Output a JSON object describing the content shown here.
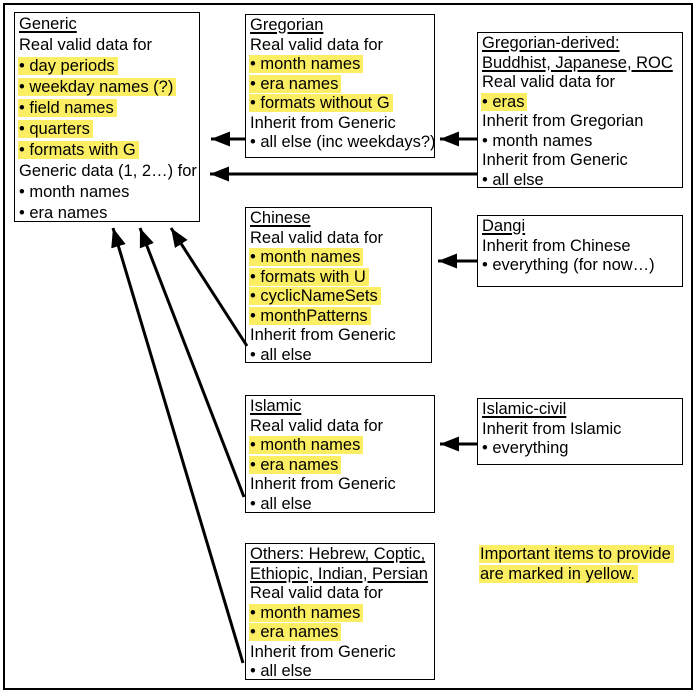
{
  "colors": {
    "highlight": "#FBEE63",
    "ink": "#000000",
    "background": "#FFFFFF"
  },
  "boxes": {
    "generic": {
      "title_lines": [
        "Generic"
      ],
      "lines": [
        {
          "text": "Real valid data for",
          "hl": false
        },
        {
          "text": "• day periods",
          "hl": true
        },
        {
          "text": "• weekday names (?)",
          "hl": true
        },
        {
          "text": "• field names",
          "hl": true
        },
        {
          "text": "• quarters",
          "hl": true
        },
        {
          "text": "• formats with G",
          "hl": true
        },
        {
          "text": "Generic data (1, 2…) for",
          "hl": false
        },
        {
          "text": "• month names",
          "hl": false
        },
        {
          "text": "• era names",
          "hl": false
        }
      ]
    },
    "gregorian": {
      "title_lines": [
        "Gregorian"
      ],
      "lines": [
        {
          "text": "Real valid data for",
          "hl": false
        },
        {
          "text": "• month names",
          "hl": true
        },
        {
          "text": "• era names",
          "hl": true
        },
        {
          "text": "• formats without G",
          "hl": true
        },
        {
          "text": "Inherit from Generic",
          "hl": false
        },
        {
          "text": "• all else (inc weekdays?)",
          "hl": false
        }
      ]
    },
    "gregorian_derived": {
      "title_lines": [
        "Gregorian-derived:",
        "Buddhist, Japanese, ROC"
      ],
      "lines": [
        {
          "text": "Real valid data for",
          "hl": false
        },
        {
          "text": "• eras",
          "hl": true
        },
        {
          "text": "Inherit from Gregorian",
          "hl": false
        },
        {
          "text": "• month names",
          "hl": false
        },
        {
          "text": "Inherit from Generic",
          "hl": false
        },
        {
          "text": "• all else",
          "hl": false
        }
      ]
    },
    "chinese": {
      "title_lines": [
        "Chinese"
      ],
      "lines": [
        {
          "text": "Real valid data for",
          "hl": false
        },
        {
          "text": "• month names",
          "hl": true
        },
        {
          "text": "• formats with U",
          "hl": true
        },
        {
          "text": "• cyclicNameSets",
          "hl": true
        },
        {
          "text": "• monthPatterns",
          "hl": true
        },
        {
          "text": "Inherit from Generic",
          "hl": false
        },
        {
          "text": "• all else",
          "hl": false
        }
      ]
    },
    "dangi": {
      "title_lines": [
        "Dangi"
      ],
      "lines": [
        {
          "text": "Inherit from Chinese",
          "hl": false
        },
        {
          "text": "• everything (for now…)",
          "hl": false
        }
      ]
    },
    "islamic": {
      "title_lines": [
        "Islamic"
      ],
      "lines": [
        {
          "text": "Real valid data for",
          "hl": false
        },
        {
          "text": "• month names",
          "hl": true
        },
        {
          "text": "• era names",
          "hl": true
        },
        {
          "text": "Inherit from Generic",
          "hl": false
        },
        {
          "text": "• all else",
          "hl": false
        }
      ]
    },
    "islamic_civil": {
      "title_lines": [
        "Islamic-civil"
      ],
      "lines": [
        {
          "text": "Inherit from Islamic",
          "hl": false
        },
        {
          "text": "• everything",
          "hl": false
        }
      ]
    },
    "others": {
      "title_lines": [
        "Others: Hebrew, Coptic,",
        "Ethiopic, Indian, Persian"
      ],
      "lines": [
        {
          "text": "Real valid data for",
          "hl": false
        },
        {
          "text": "• month names",
          "hl": true
        },
        {
          "text": "• era names",
          "hl": true
        },
        {
          "text": "Inherit from Generic",
          "hl": false
        },
        {
          "text": "• all else",
          "hl": false
        }
      ]
    }
  },
  "note": {
    "lines": [
      "Important items to provide",
      "are marked in yellow."
    ]
  },
  "edges": [
    {
      "from": "Gregorian",
      "to": "Generic"
    },
    {
      "from": "Gregorian-derived",
      "to": "Gregorian"
    },
    {
      "from": "Gregorian-derived",
      "to": "Generic"
    },
    {
      "from": "Dangi",
      "to": "Chinese"
    },
    {
      "from": "Islamic-civil",
      "to": "Islamic"
    },
    {
      "from": "Chinese",
      "to": "Generic"
    },
    {
      "from": "Islamic",
      "to": "Generic"
    },
    {
      "from": "Others",
      "to": "Generic"
    }
  ]
}
